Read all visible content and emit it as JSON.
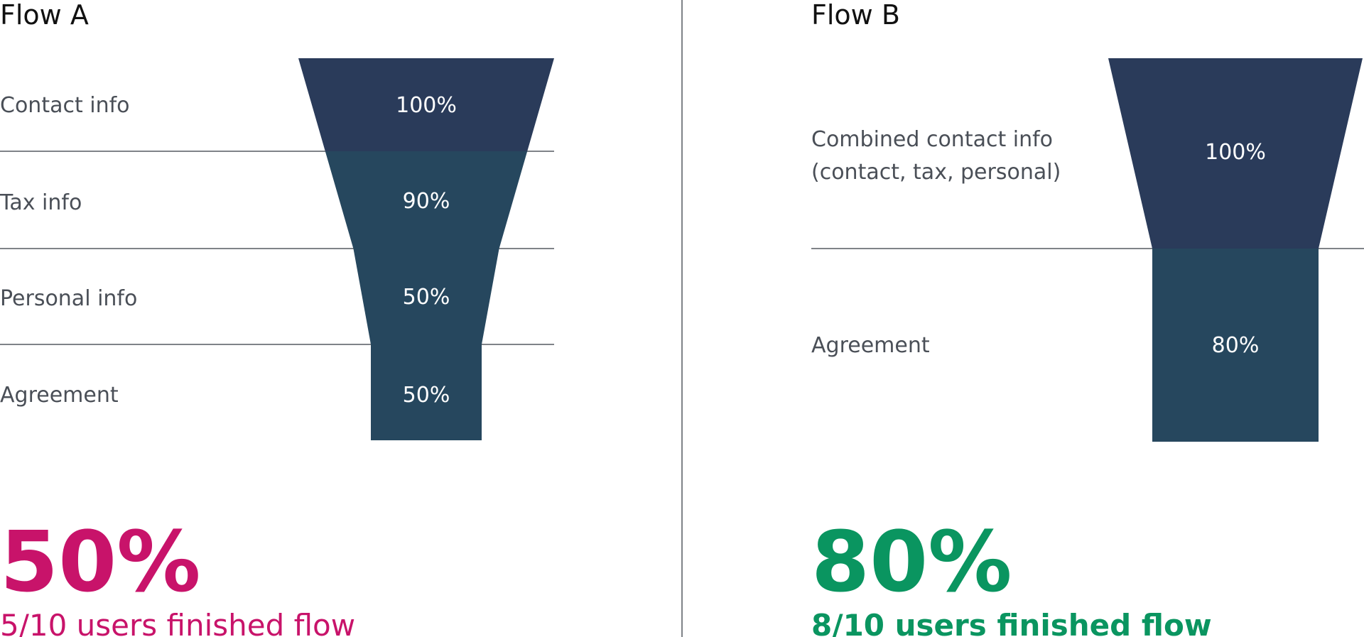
{
  "colors": {
    "funnel_top": "#2a3b5a",
    "funnel_mid": "#26475e",
    "negative_accent": "#c8136a",
    "positive_accent": "#0a9560",
    "label_text": "#4a4f57",
    "line": "#555a60"
  },
  "chart_data": [
    {
      "type": "funnel",
      "title": "Flow A",
      "stages": [
        {
          "label": "Contact info",
          "value": 100,
          "display": "100%"
        },
        {
          "label": "Tax info",
          "value": 90,
          "display": "90%"
        },
        {
          "label": "Personal info",
          "value": 50,
          "display": "50%"
        },
        {
          "label": "Agreement",
          "value": 50,
          "display": "50%"
        }
      ],
      "result": {
        "value": "50%",
        "caption": "5/10 users finished flow",
        "accent": "#c8136a"
      }
    },
    {
      "type": "funnel",
      "title": "Flow B",
      "stages": [
        {
          "label": "Combined contact info\n(contact, tax, personal)",
          "value": 100,
          "display": "100%"
        },
        {
          "label": "Agreement",
          "value": 80,
          "display": "80%"
        }
      ],
      "result": {
        "value": "80%",
        "caption": "8/10 users finished flow",
        "accent": "#0a9560"
      }
    }
  ]
}
